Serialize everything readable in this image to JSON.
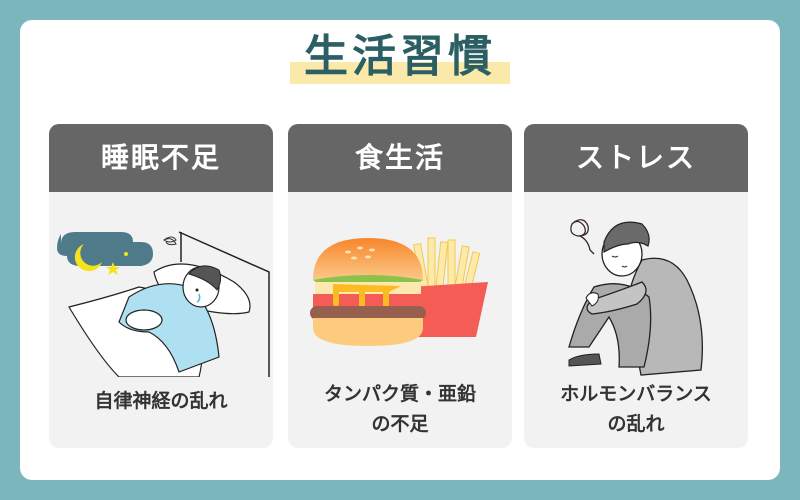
{
  "title": "生活習慣",
  "colors": {
    "background": "#7bb6bd",
    "card": "#ffffff",
    "title_text": "#2c5f63",
    "title_highlight": "#fbe9a9",
    "column_header": "#666666",
    "column_body": "#f2f2f2"
  },
  "columns": [
    {
      "heading": "睡眠不足",
      "illustration": "sleepless-man-in-bed-icon",
      "caption_line1": "自律神経の乱れ",
      "caption_line2": ""
    },
    {
      "heading": "食生活",
      "illustration": "burger-and-fries-icon",
      "caption_line1": "タンパク質・亜鉛",
      "caption_line2": "の不足"
    },
    {
      "heading": "ストレス",
      "illustration": "stressed-man-sitting-icon",
      "caption_line1": "ホルモンバランス",
      "caption_line2": "の乱れ"
    }
  ]
}
